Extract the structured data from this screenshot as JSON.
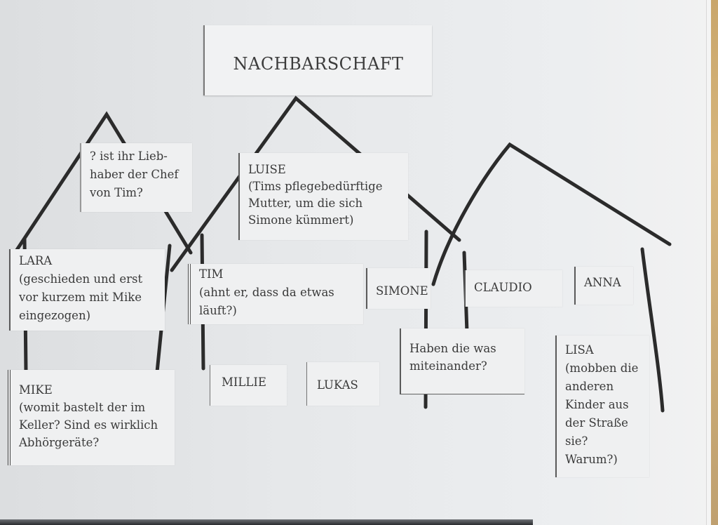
{
  "title": "NACHBARSCHAFT",
  "colors": {
    "paper": "#e8eaec",
    "card": "#eff0f1",
    "ink": "#2b2b2b",
    "text": "#3a3a3a",
    "wood": "#c9a66b"
  },
  "cards": {
    "chef_question": {
      "lines": [
        "? ist ihr Lieb-",
        "haber der Chef",
        "von Tim?"
      ]
    },
    "luise": {
      "lines": [
        "LUISE",
        "(Tims pflegebedürftige",
        "Mutter, um die sich",
        "Simone kümmert)"
      ]
    },
    "lara": {
      "lines": [
        "LARA",
        "(geschieden und erst",
        "vor kurzem mit Mike",
        "eingezogen)"
      ]
    },
    "tim": {
      "lines": [
        "TIM",
        "(ahnt er, dass da etwas",
        "läuft?)"
      ]
    },
    "simone": {
      "lines": [
        "SIMONE"
      ]
    },
    "claudio": {
      "lines": [
        "CLAUDIO"
      ]
    },
    "anna": {
      "lines": [
        "ANNA"
      ]
    },
    "haben_question": {
      "lines": [
        "Haben die was",
        "miteinander?"
      ]
    },
    "lisa": {
      "lines": [
        "LISA",
        "(mobben die",
        "anderen",
        "Kinder aus",
        "der Straße",
        "sie?",
        "Warum?)"
      ]
    },
    "mike": {
      "lines": [
        "MIKE",
        "(womit bastelt der im",
        "Keller? Sind es wirklich",
        "Abhörgeräte?"
      ]
    },
    "millie": {
      "lines": [
        "MILLIE"
      ]
    },
    "lukas": {
      "lines": [
        "LUKAS"
      ]
    }
  }
}
